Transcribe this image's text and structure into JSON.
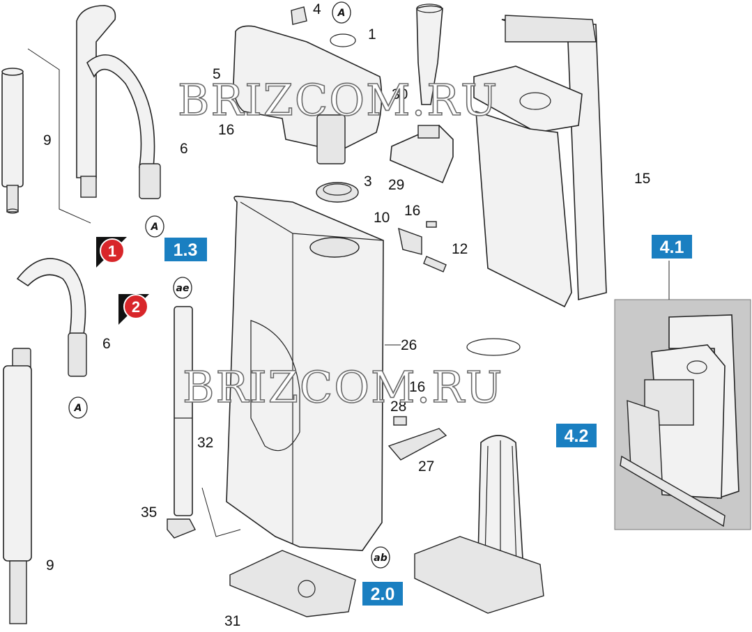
{
  "watermark": "BRIZCOM.RU",
  "section_badges": [
    "1.3",
    "4.1",
    "4.2",
    "2.0"
  ],
  "variant_markers": [
    "1",
    "2"
  ],
  "reference_bubbles": [
    "A",
    "A",
    "A",
    "ae",
    "ab"
  ],
  "part_numbers": {
    "p4": "4",
    "p1": "1",
    "p5": "5",
    "p30": "30",
    "p16a": "16",
    "p3": "3",
    "p29": "29",
    "p10": "10",
    "p16b": "16",
    "p12": "12",
    "p15": "15",
    "p9a": "9",
    "p6a": "6",
    "p6b": "6",
    "p26": "26",
    "p16c": "16",
    "p28": "28",
    "p27": "27",
    "p32": "32",
    "p35": "35",
    "p9b": "9",
    "p31": "31"
  },
  "colors": {
    "badge": "#1a7fc1",
    "marker": "#d8262a",
    "inset_bg": "#c9c9c9"
  }
}
